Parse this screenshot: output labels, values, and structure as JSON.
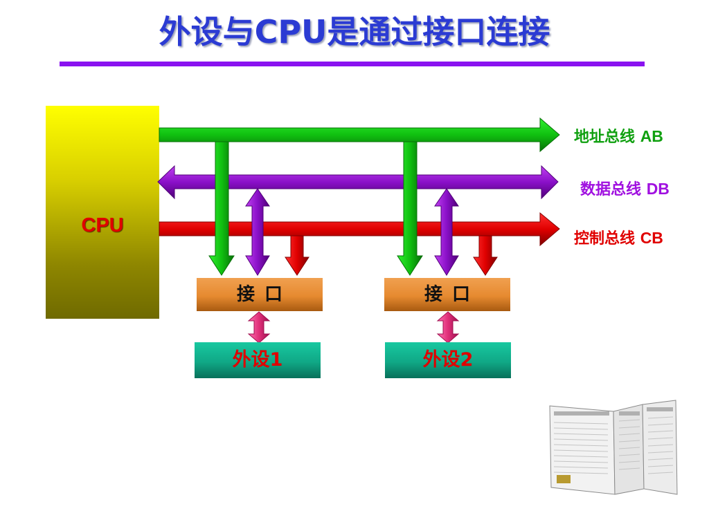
{
  "title": "外设与CPU是通过接口连接",
  "cpu": {
    "label": "CPU"
  },
  "buses": {
    "ab": {
      "name": "地址总线",
      "abbr": "AB",
      "color": "#10c010"
    },
    "db": {
      "name": "数据总线",
      "abbr": "DB",
      "color": "#8a10c8"
    },
    "cb": {
      "name": "控制总线",
      "abbr": "CB",
      "color": "#e00000"
    }
  },
  "interfaces": [
    {
      "label": "接口"
    },
    {
      "label": "接口"
    }
  ],
  "devices": [
    {
      "label": "外设1"
    },
    {
      "label": "外设2"
    }
  ],
  "colors": {
    "title": "#2b3bd3",
    "rule": "#8a12f0",
    "interface_box": "#e68a30",
    "device_box": "#10a886",
    "link_arrow": "#e0307a"
  },
  "clipart": "newspaper-clipart"
}
